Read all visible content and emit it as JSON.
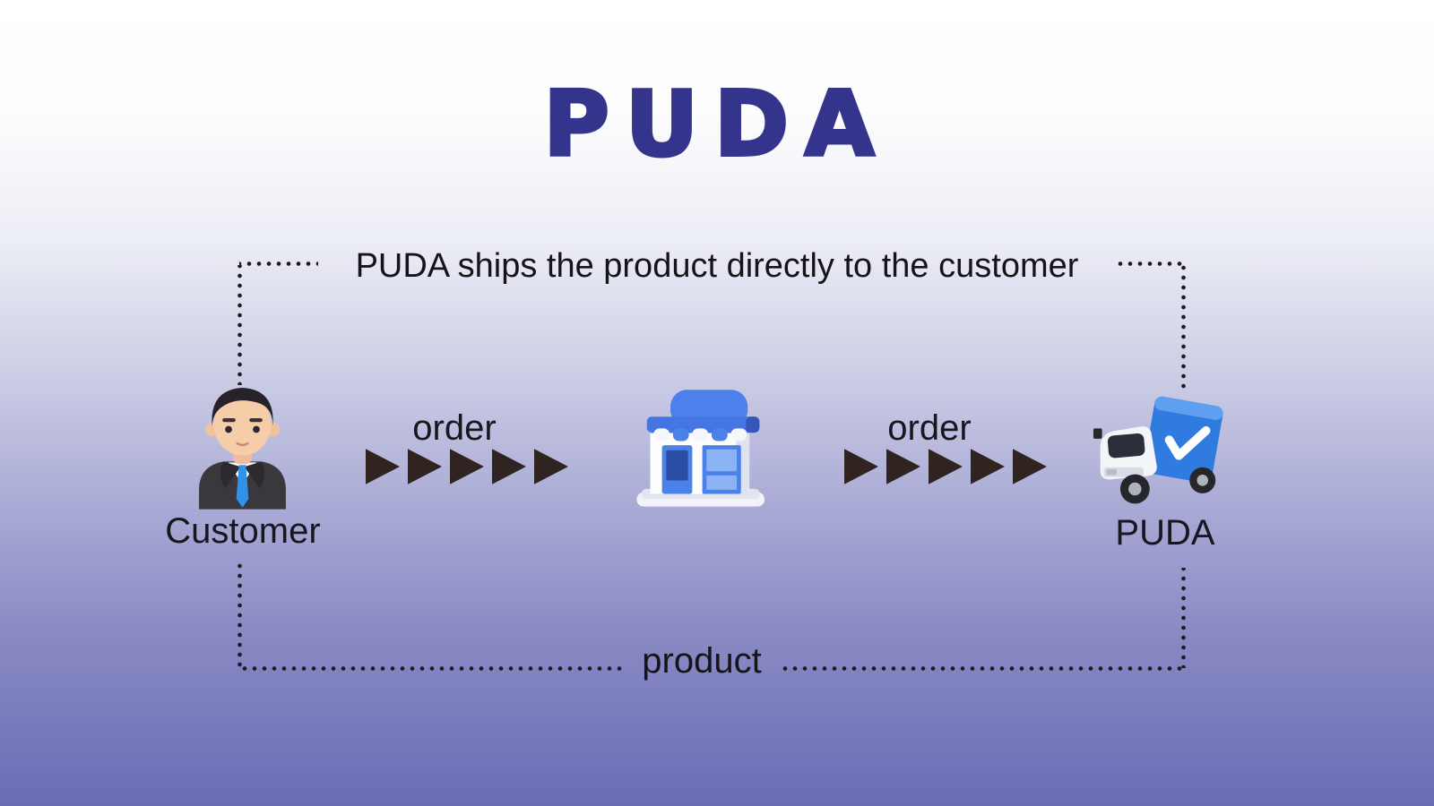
{
  "logo": {
    "text": "PUDA"
  },
  "flow": {
    "top_route_label": "PUDA ships the product directly to the customer",
    "bottom_route_label": "product",
    "order_label_left": "order",
    "order_label_right": "order",
    "arrow_count": 5
  },
  "nodes": {
    "customer": {
      "label": "Customer",
      "icon": "businessman-avatar-icon"
    },
    "store": {
      "icon": "storefront-icon"
    },
    "carrier": {
      "label": "PUDA",
      "icon": "delivery-truck-icon"
    }
  },
  "colors": {
    "logo": "#34348c",
    "label_text": "#17171f",
    "arrow": "#2f2420",
    "dotted_line": "#1b1b22",
    "icon_blue": "#3d7ee8",
    "background_top": "#ffffff",
    "background_bottom": "#6a6cb5"
  }
}
